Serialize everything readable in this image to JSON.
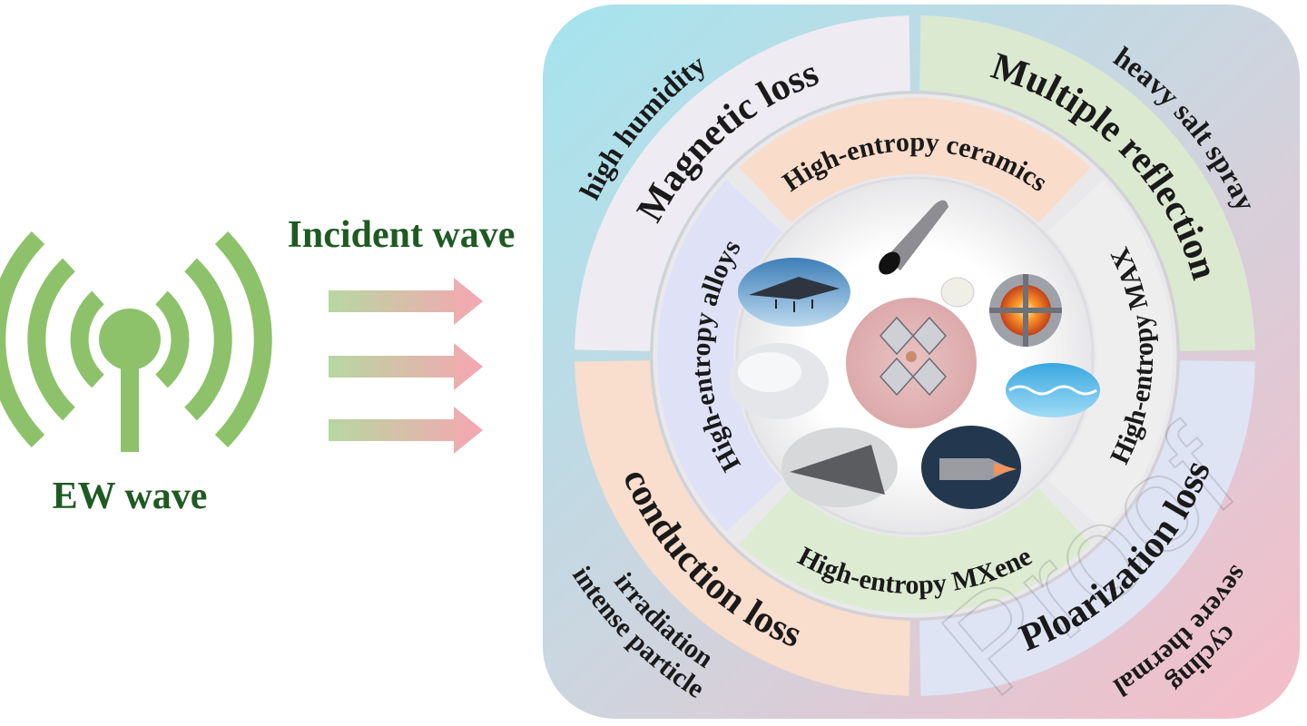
{
  "left": {
    "source_label": "EW wave",
    "incident_label": "Incident wave",
    "antenna_icon": "antenna-broadcast-icon",
    "arrow_count": 3
  },
  "outer_ring": {
    "top_left": "Magnetic loss",
    "top_right": "Multiple reflection",
    "bottom_left": "conduction loss",
    "bottom_right": "Ploarization loss"
  },
  "inner_ring": {
    "top": "High-entropy ceramics",
    "right": "High-entropy MAX",
    "bottom": "High-entropy MXene",
    "left": "High-entropy alloys"
  },
  "environments": {
    "top_left": "high humidity",
    "top_right": "heavy salt spray",
    "bottom_left_line1": "intense particle",
    "bottom_left_line2": "irradiation",
    "bottom_right_line1": "severe thermal",
    "bottom_right_line2": "cycling"
  },
  "center_images": [
    "stealth-aircraft",
    "missile",
    "fusion-reactor",
    "cloud",
    "crystal-structure",
    "ocean-wave",
    "hypersonic-aircraft",
    "jet-engine"
  ],
  "watermark": "Proof",
  "colors": {
    "green": "#8dc26b",
    "dark_green": "#1f5a22",
    "arrow_pink": "#f3a3ae"
  }
}
